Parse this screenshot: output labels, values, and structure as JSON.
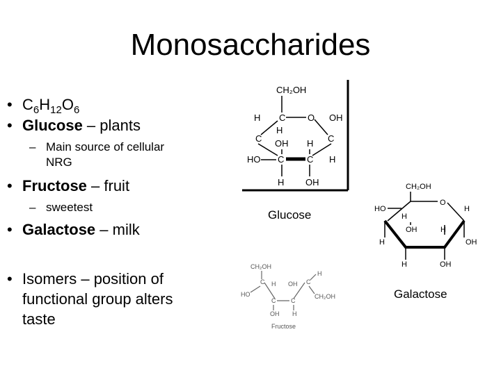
{
  "slide": {
    "title": "Monosaccharides",
    "formula": {
      "c": "C",
      "c_sub": "6",
      "h": "H",
      "h_sub": "12",
      "o": "O",
      "o_sub": "6"
    },
    "glucose": {
      "name": "Glucose",
      "rest": " – plants"
    },
    "glucose_sub": {
      "line1": "Main source of cellular",
      "line2": "NRG"
    },
    "fructose": {
      "name": "Fructose",
      "rest": " – fruit"
    },
    "fructose_sub": "sweetest",
    "galactose": {
      "name": "Galactose",
      "rest": " – milk"
    },
    "isomers": {
      "line1": "Isomers – position of",
      "line2": "functional group alters",
      "line3": "taste"
    },
    "bullet": "•",
    "dash": "–"
  },
  "captions": {
    "glucose": "Glucose",
    "galactose": "Galactose"
  },
  "structures": {
    "glucose": {
      "ch2oh": "CH₂OH",
      "c": "C",
      "h": "H",
      "o": "O",
      "oh": "OH",
      "ho": "HO"
    },
    "galactose": {
      "ch2oh": "CH₂OH",
      "o": "O",
      "h": "H",
      "oh": "OH",
      "ho": "HO"
    },
    "fructose": {
      "ch2oh": "CH₂OH",
      "c": "C",
      "h": "H",
      "oh": "OH",
      "ho": "HO",
      "label": "Fructose"
    }
  }
}
